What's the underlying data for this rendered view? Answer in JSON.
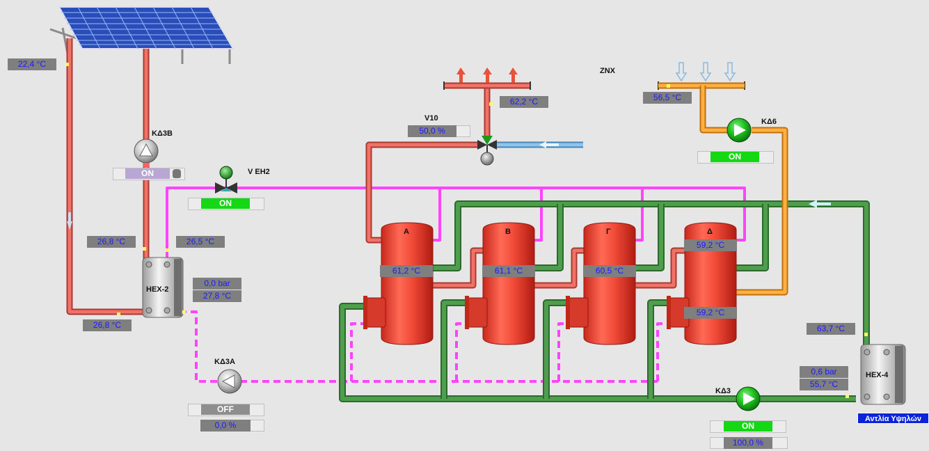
{
  "labels": {
    "pump_kd3b": "ΚΔ3Β",
    "valve_veh2": "V EH2",
    "pump_kd3a": "ΚΔ3Α",
    "valve_v10": "V10",
    "znx": "ZNX",
    "pump_kd6": "ΚΔ6",
    "pump_kd3": "ΚΔ3",
    "hex2": "HEX-2",
    "hex4": "HEX-4",
    "tank_a": "Α",
    "tank_b": "Β",
    "tank_g": "Γ",
    "tank_d": "Δ"
  },
  "readings": {
    "collector_temp": "22,4 °C",
    "hex2_in_left": "26,8 °C",
    "hex2_in_right": "26,5 °C",
    "hex2_pressure": "0,0 bar",
    "hex2_temp": "27,8 °C",
    "hex2_out": "26,8 °C",
    "kd3a_percent": "0,0 %",
    "v10_percent": "50,0 %",
    "supply_temp": "62,2 °C",
    "znx_temp": "56,5 °C",
    "tank_a_temp": "61,2 °C",
    "tank_b_temp": "61,1 °C",
    "tank_g_temp": "60,5 °C",
    "tank_d_top": "59,2 °C",
    "tank_d_bottom": "59,2 °C",
    "hex4_in_temp": "63,7 °C",
    "hex4_pressure": "0,6 bar",
    "hex4_temp": "55,7 °C",
    "kd3_percent": "100,0 %"
  },
  "status": {
    "kd3b": "ON",
    "veh2": "ON",
    "kd3a": "OFF",
    "kd6": "ON",
    "kd3": "ON"
  },
  "buttons": {
    "high_pump": "Αντλία Υψηλών"
  },
  "colors": {
    "hot_pipe": "#e8645c",
    "magenta_pipe": "#ff44ff",
    "green_pipe": "#3e8a3e",
    "orange_pipe": "#f4a030",
    "cold_pipe": "#7ab4dc",
    "tank_red": "#ee4a3a",
    "value_box": "#7f7f7f",
    "value_text": "#1a1aff",
    "status_on": "#14d814"
  },
  "icons": {
    "solar": "solar-panel-icon",
    "pump": "pump-icon",
    "valve": "three-way-valve-icon",
    "hex": "heat-exchanger-icon",
    "tank": "storage-tank-icon"
  }
}
